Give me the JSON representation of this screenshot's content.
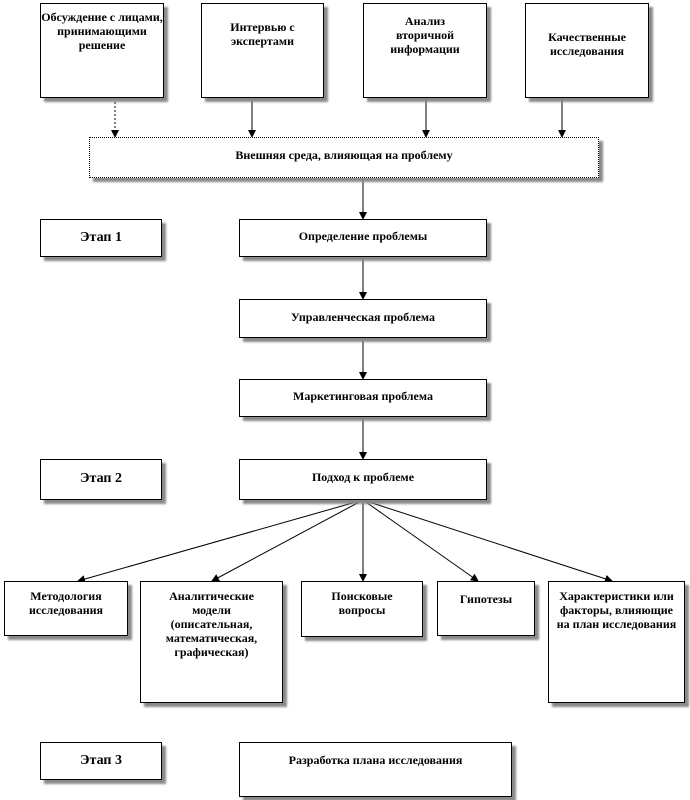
{
  "sources": [
    {
      "label": "Обсуждение с лицами, принимающими решение"
    },
    {
      "label": "Интервью с экспертами"
    },
    {
      "label": "Анализ вторичной информации"
    },
    {
      "label": "Качественные исследования"
    }
  ],
  "environment": {
    "label": "Внешняя среда, влияющая на проблему"
  },
  "stages": [
    {
      "label": "Этап 1"
    },
    {
      "label": "Этап 2"
    },
    {
      "label": "Этап 3"
    }
  ],
  "chain": [
    {
      "label": "Определение проблемы"
    },
    {
      "label": "Управленческая проблема"
    },
    {
      "label": "Маркетинговая проблема"
    },
    {
      "label": "Подход к проблеме"
    }
  ],
  "components": [
    {
      "label": "Методология исследования"
    },
    {
      "label": "Аналитические модели (описательная, математическая, графическая)"
    },
    {
      "label": "Поисковые вопросы"
    },
    {
      "label": "Гипотезы"
    },
    {
      "label": "Характеристики или факторы, влияющие на план исследования"
    }
  ],
  "design": {
    "label": "Разработка плана исследования"
  }
}
